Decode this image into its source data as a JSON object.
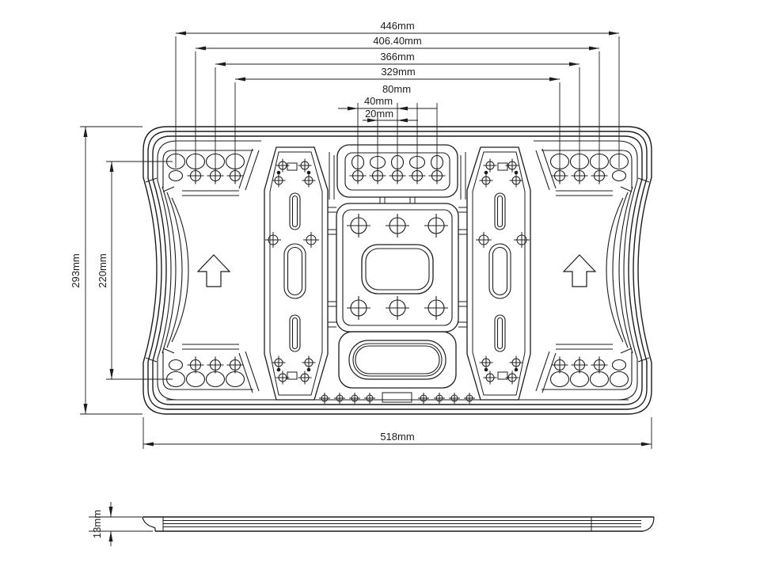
{
  "drawing": {
    "background": "#ffffff",
    "line_color": "#1c1c1c",
    "dimensions": {
      "top": [
        {
          "id": "hole-span-outer",
          "label": "446mm"
        },
        {
          "id": "hole-span-vesa400",
          "label": "406.40mm"
        },
        {
          "id": "hole-span-366",
          "label": "366mm"
        },
        {
          "id": "hole-span-329",
          "label": "329mm"
        },
        {
          "id": "center-span-80",
          "label": "80mm"
        },
        {
          "id": "center-span-40",
          "label": "40mm"
        },
        {
          "id": "center-span-20",
          "label": "20mm"
        }
      ],
      "left": [
        {
          "id": "overall-height",
          "label": "293mm"
        },
        {
          "id": "hole-row-height",
          "label": "220mm"
        }
      ],
      "bottom": [
        {
          "id": "overall-width",
          "label": "518mm"
        }
      ],
      "side": [
        {
          "id": "profile-thickness",
          "label": "13mm"
        }
      ]
    }
  }
}
